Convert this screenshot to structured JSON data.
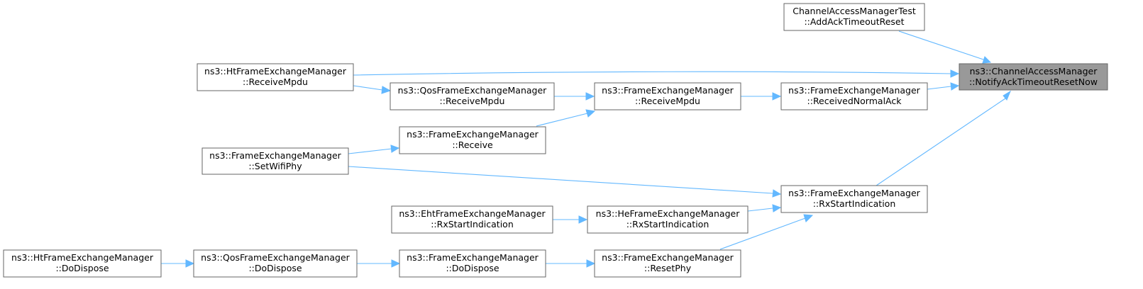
{
  "colors": {
    "edge": "#63b8ff",
    "root_fill": "#999999",
    "node_border": "#666666",
    "node_fill": "#ffffff"
  },
  "nodes": {
    "root": {
      "line1": "ns3::ChannelAccessManager",
      "line2": "::NotifyAckTimeoutResetNow"
    },
    "test": {
      "line1": "ChannelAccessManagerTest",
      "line2": "::AddAckTimeoutReset"
    },
    "ht_rmpdu": {
      "line1": "ns3::HtFrameExchangeManager",
      "line2": "::ReceiveMpdu"
    },
    "qos_rmpdu": {
      "line1": "ns3::QosFrameExchangeManager",
      "line2": "::ReceiveMpdu"
    },
    "fem_rmpdu": {
      "line1": "ns3::FrameExchangeManager",
      "line2": "::ReceiveMpdu"
    },
    "fem_rnack": {
      "line1": "ns3::FrameExchangeManager",
      "line2": "::ReceivedNormalAck"
    },
    "fem_recv": {
      "line1": "ns3::FrameExchangeManager",
      "line2": "::Receive"
    },
    "fem_swphy": {
      "line1": "ns3::FrameExchangeManager",
      "line2": "::SetWifiPhy"
    },
    "fem_rxsi": {
      "line1": "ns3::FrameExchangeManager",
      "line2": "::RxStartIndication"
    },
    "eht_rxsi": {
      "line1": "ns3::EhtFrameExchangeManager",
      "line2": "::RxStartIndication"
    },
    "he_rxsi": {
      "line1": "ns3::HeFrameExchangeManager",
      "line2": "::RxStartIndication"
    },
    "ht_disp": {
      "line1": "ns3::HtFrameExchangeManager",
      "line2": "::DoDispose"
    },
    "qos_disp": {
      "line1": "ns3::QosFrameExchangeManager",
      "line2": "::DoDispose"
    },
    "fem_disp": {
      "line1": "ns3::FrameExchangeManager",
      "line2": "::DoDispose"
    },
    "fem_rphy": {
      "line1": "ns3::FrameExchangeManager",
      "line2": "::ResetPhy"
    }
  }
}
